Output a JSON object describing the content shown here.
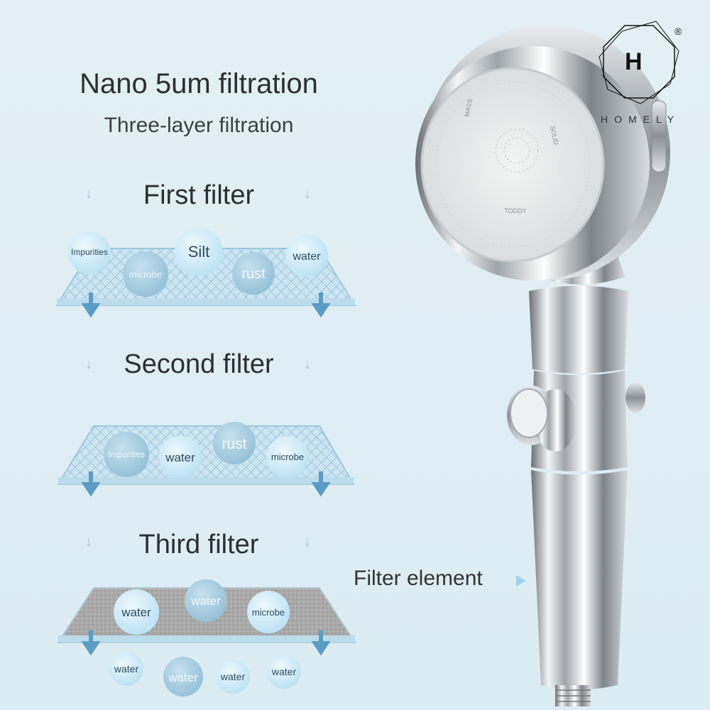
{
  "header": {
    "title": "Nano 5um filtration",
    "subtitle": "Three-layer filtration"
  },
  "stages": [
    {
      "title": "First filter",
      "particles": [
        "Impurities",
        "Silt",
        "water",
        "microbe",
        "rust"
      ]
    },
    {
      "title": "Second filter",
      "particles": [
        "Impurities",
        "water",
        "rust",
        "microbe"
      ]
    },
    {
      "title": "Third filter",
      "particles": [
        "water",
        "water",
        "microbe"
      ]
    }
  ],
  "output_particles": [
    "water",
    "water",
    "water",
    "water"
  ],
  "product": {
    "filter_label": "Filter element",
    "faceplate_marks": [
      "MASS",
      "SOLID",
      "TODDY"
    ]
  },
  "brand": {
    "monogram": "H",
    "name": "HOMELY",
    "registered": "®"
  },
  "colors": {
    "background": "#dfeef4",
    "mesh": "#a6cde2",
    "arrow": "#5a9cc6",
    "bubble_light": "#c4e6f5",
    "bubble_mid": "#a7cde3",
    "pointer": "#9ad3ec"
  }
}
